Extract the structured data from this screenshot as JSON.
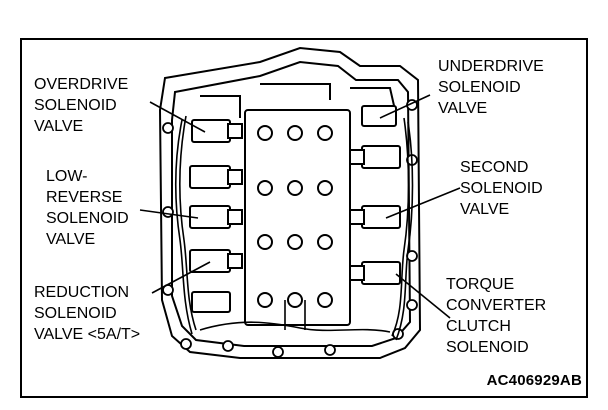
{
  "figure_code": "AC406929AB",
  "labels": {
    "overdrive": [
      "OVERDRIVE",
      "SOLENOID",
      "VALVE"
    ],
    "low_reverse": [
      "LOW-",
      "REVERSE",
      "SOLENOID",
      "VALVE"
    ],
    "reduction": [
      "REDUCTION",
      "SOLENOID",
      "VALVE <5A/T>"
    ],
    "underdrive": [
      "UNDERDRIVE",
      "SOLENOID",
      "VALVE"
    ],
    "second": [
      "SECOND",
      "SOLENOID",
      "VALVE"
    ],
    "torque": [
      "TORQUE",
      "CONVERTER",
      "CLUTCH",
      "SOLENOID"
    ]
  }
}
